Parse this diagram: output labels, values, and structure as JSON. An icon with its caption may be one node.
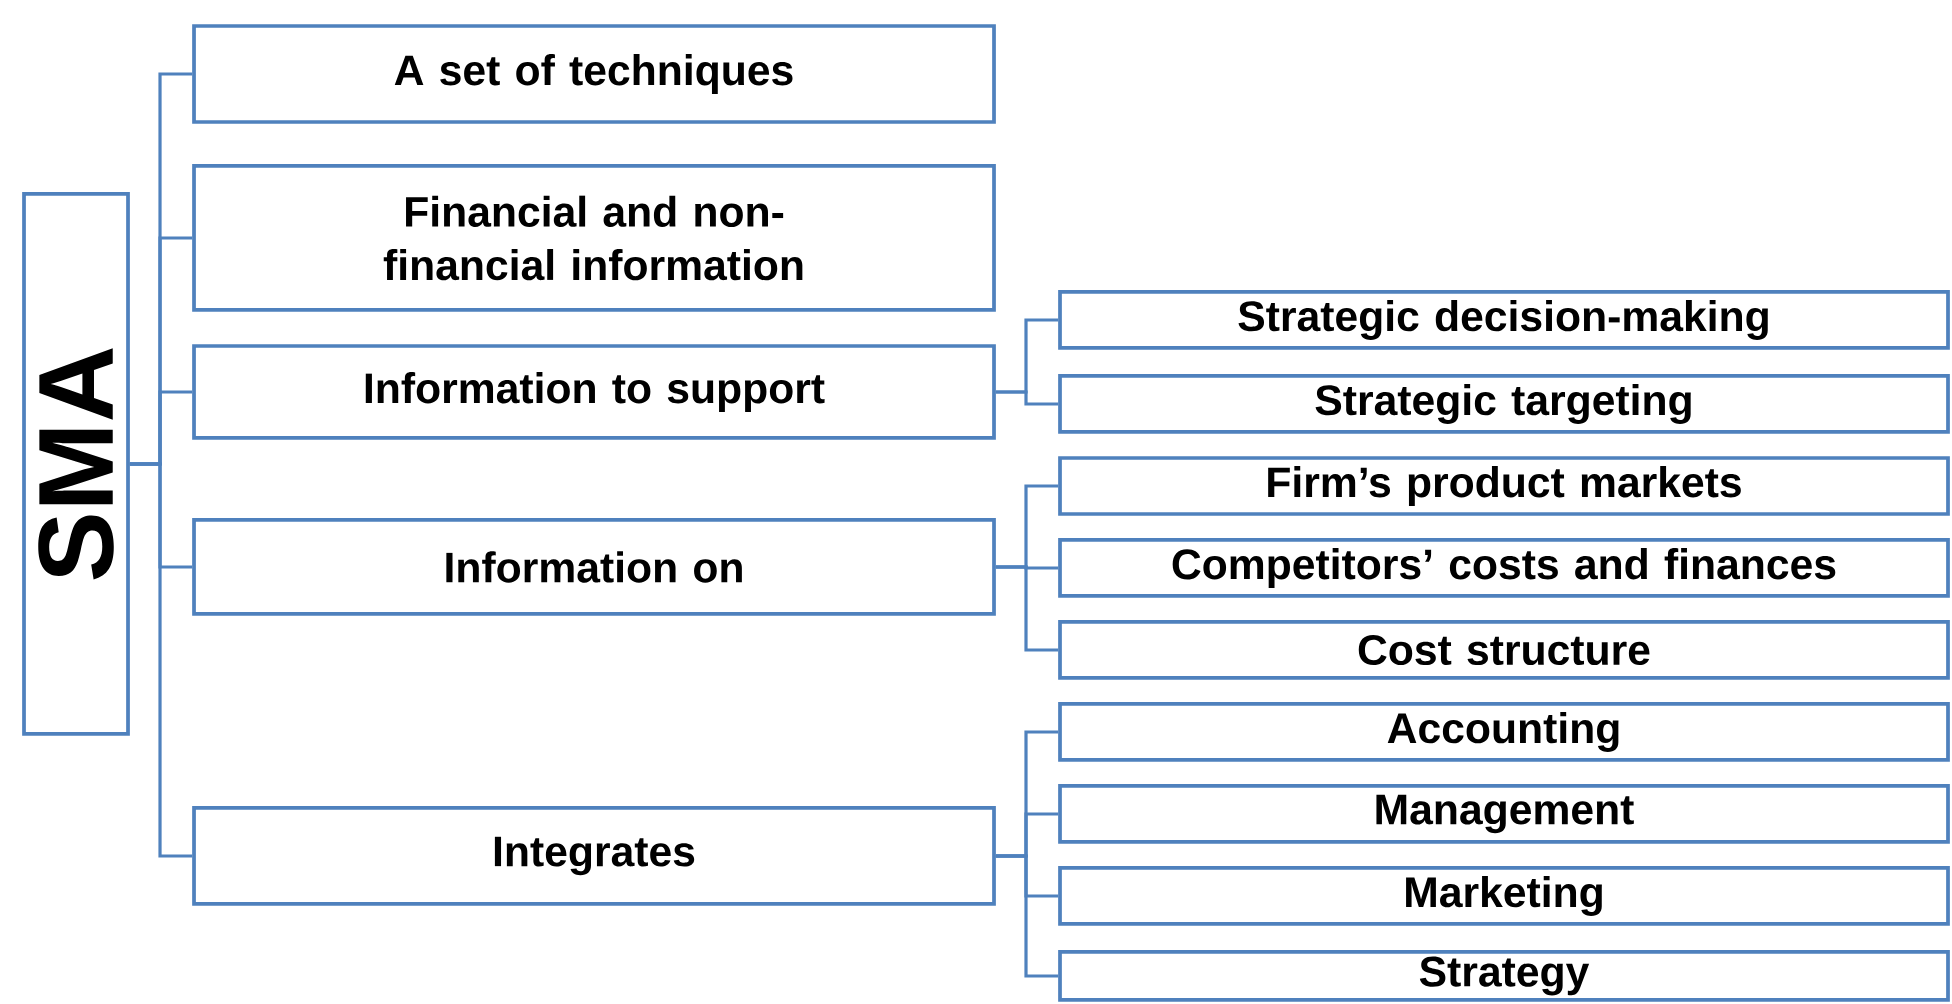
{
  "diagram": {
    "nodes": [
      {
        "text": [
          "SMA"
        ]
      },
      {
        "text": [
          "A set of techniques"
        ]
      },
      {
        "text": [
          "Financial and non-financial information"
        ]
      },
      {
        "text": [
          "Information to support"
        ]
      },
      {
        "text": [
          "Strategic decision-making"
        ]
      },
      {
        "text": [
          "Strategic targeting"
        ]
      },
      {
        "text": [
          "Information on"
        ]
      },
      {
        "text": [
          "Firm’s product markets"
        ]
      },
      {
        "text": [
          "Competitors’ costs and finances"
        ]
      },
      {
        "text": [
          "Cost structure"
        ]
      },
      {
        "text": [
          "Integrates"
        ]
      },
      {
        "text": [
          "Accounting"
        ]
      },
      {
        "text": [
          "Management"
        ]
      },
      {
        "text": [
          "Marketing"
        ]
      },
      {
        "text": [
          "Strategy"
        ]
      }
    ],
    "edges": [
      {
        "from": 0,
        "to": 1,
        "arrow": "none"
      },
      {
        "from": 0,
        "to": 2,
        "arrow": "none"
      },
      {
        "from": 0,
        "to": 3,
        "arrow": "none"
      },
      {
        "from": 0,
        "to": 6,
        "arrow": "none"
      },
      {
        "from": 0,
        "to": 10,
        "arrow": "none"
      },
      {
        "from": 3,
        "to": 4,
        "arrow": "none"
      },
      {
        "from": 3,
        "to": 5,
        "arrow": "none"
      },
      {
        "from": 6,
        "to": 7,
        "arrow": "none"
      },
      {
        "from": 6,
        "to": 8,
        "arrow": "none"
      },
      {
        "from": 6,
        "to": 9,
        "arrow": "none"
      },
      {
        "from": 10,
        "to": 11,
        "arrow": "none"
      },
      {
        "from": 10,
        "to": 12,
        "arrow": "none"
      },
      {
        "from": 10,
        "to": 13,
        "arrow": "none"
      },
      {
        "from": 10,
        "to": 14,
        "arrow": "none"
      }
    ]
  }
}
